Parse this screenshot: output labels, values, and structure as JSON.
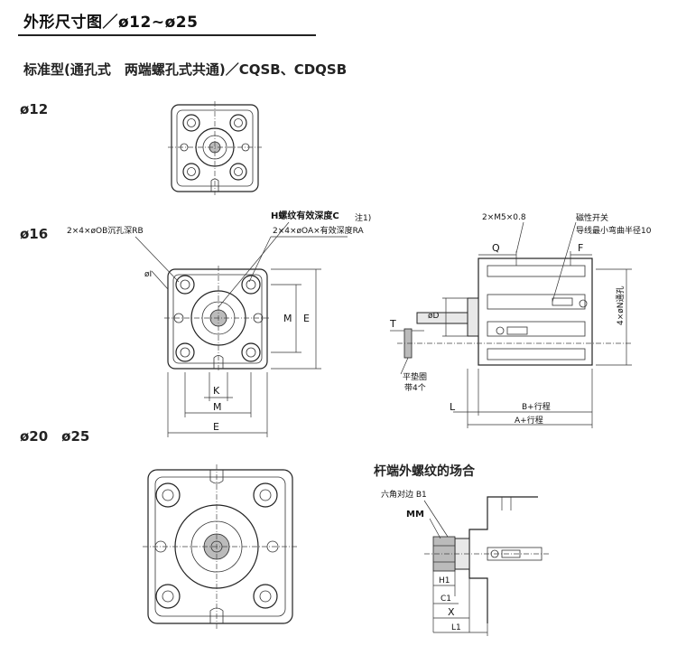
{
  "header": {
    "title": "外形尺寸图／ø12~ø25"
  },
  "subtitle": "标准型(通孔式　两端螺孔式共通)／CQSB、CDQSB",
  "sizes": {
    "s12": "ø12",
    "s16": "ø16",
    "s20_25": "ø20　ø25"
  },
  "rod_section": {
    "title": "杆端外螺纹的场合"
  },
  "labels": {
    "h_thread": "H螺纹有效深度C",
    "note1": "注1)",
    "ob_counterbore": "2×4×øOB沉孔深RB",
    "oa_thread": "2×4×øOA×有效深度RA",
    "phi_i": "øI",
    "m_side": "M",
    "e_side": "E",
    "k": "K",
    "m_bottom": "M",
    "e_bottom": "E",
    "m5": "2×M5×0.8",
    "q": "Q",
    "magnetic": "磁性开关",
    "min_bend": "导线最小弯曲半径10",
    "f": "F",
    "phi_d": "øD",
    "t": "T",
    "n_hole": "4×øN通孔",
    "washer": "平垫圈",
    "washer_qty": "带4个",
    "l": "L",
    "b_stroke": "B+行程",
    "a_stroke": "A+行程",
    "hex": "六角对边 B1",
    "mm": "MM",
    "h1": "H1",
    "c1": "C1",
    "x": "X",
    "l1": "L1"
  }
}
